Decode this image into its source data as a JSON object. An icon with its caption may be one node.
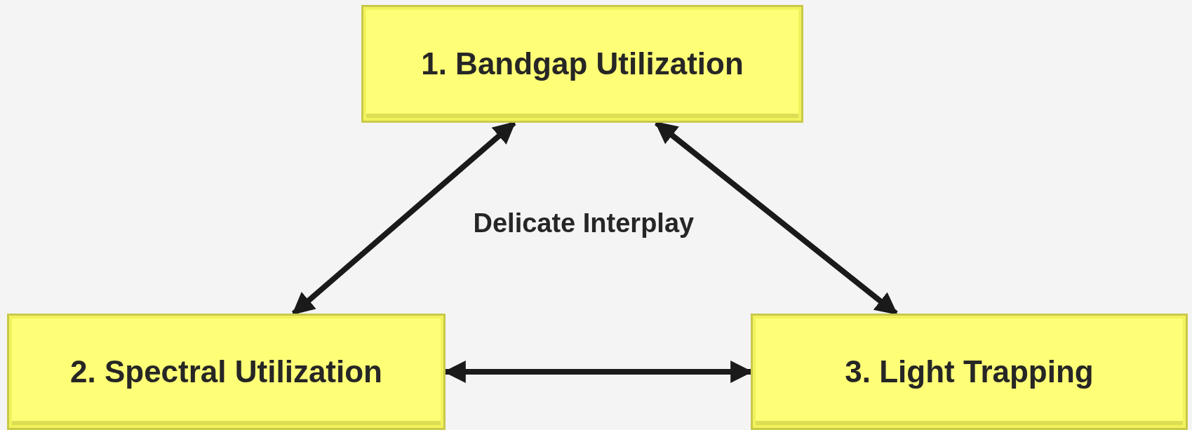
{
  "diagram": {
    "nodes": [
      {
        "text": [
          "1. Bandgap Utilization"
        ]
      },
      {
        "text": [
          "2. Spectral Utilization"
        ]
      },
      {
        "text": [
          "3. Light Trapping"
        ]
      }
    ],
    "edges": [
      {
        "from": 0,
        "to": 1,
        "arrow": "both"
      },
      {
        "from": 0,
        "to": 2,
        "arrow": "both"
      },
      {
        "from": 1,
        "to": 2,
        "arrow": "both"
      }
    ],
    "labels": [
      "Delicate Interplay"
    ]
  }
}
